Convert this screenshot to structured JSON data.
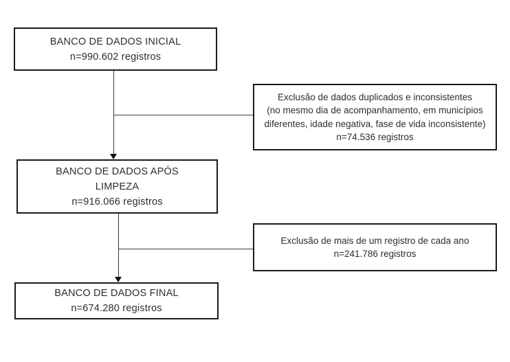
{
  "flowchart": {
    "boxes": {
      "initial": {
        "lines": [
          "BANCO DE DADOS INICIAL",
          "n=990.602 registros"
        ]
      },
      "exclusion1": {
        "lines": [
          "Exclusão de dados duplicados e inconsistentes",
          "(no mesmo dia de acompanhamento, em municípios",
          "diferentes, idade negativa, fase de vida inconsistente)",
          "n=74.536 registros"
        ]
      },
      "after_cleaning": {
        "lines": [
          "BANCO DE DADOS APÓS",
          "LIMPEZA",
          "n=916.066 registros"
        ]
      },
      "exclusion2": {
        "lines": [
          "Exclusão de mais de um registro de cada ano",
          "n=241.786 registros"
        ]
      },
      "final": {
        "lines": [
          "BANCO DE DADOS FINAL",
          "n=674.280 registros"
        ]
      }
    },
    "colors": {
      "background": "#ffffff",
      "box_border": "#1a1a1a",
      "text": "#2d2d2d",
      "connector_line": "#3a3a3a",
      "arrowhead": "#111111"
    }
  }
}
